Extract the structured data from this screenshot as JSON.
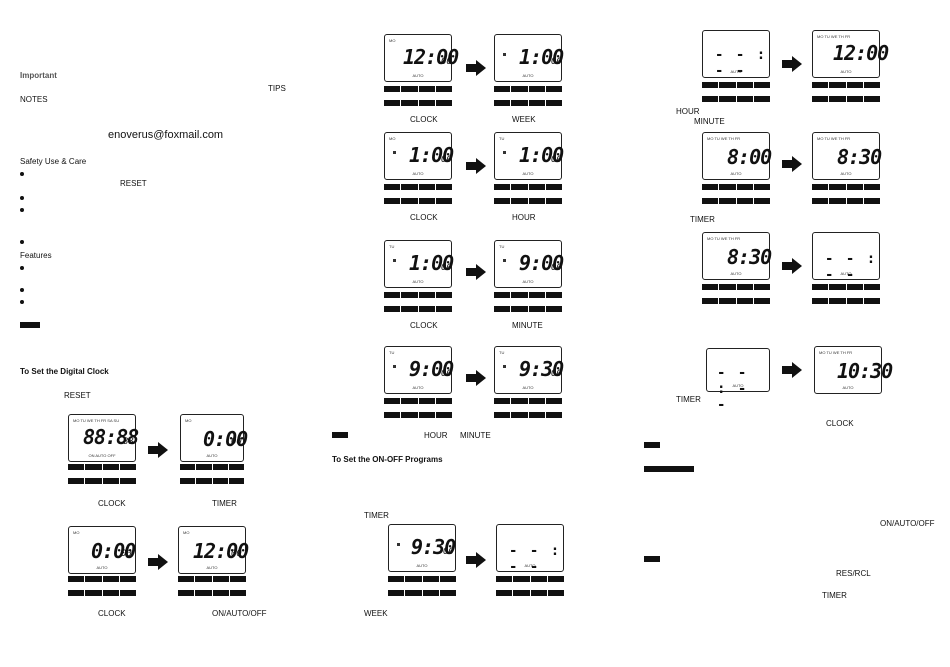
{
  "col1": {
    "important": "Important",
    "tips": "TIPS",
    "notes": "NOTES",
    "email": "enoverus@foxmail.com",
    "safety": "Safety Use & Care",
    "reset1": "RESET",
    "features": "Features",
    "set_clock_heading": "To Set the Digital Clock",
    "reset2": "RESET",
    "cap_clock1": "CLOCK",
    "cap_timer1": "TIMER",
    "cap_clock2": "CLOCK",
    "cap_onautooff1": "ON/AUTO/OFF"
  },
  "col2": {
    "cap_clock_a": "CLOCK",
    "cap_week": "WEEK",
    "cap_clock_b": "CLOCK",
    "cap_hour": "HOUR",
    "cap_clock_c": "CLOCK",
    "cap_minute": "MINUTE",
    "cap_hour2": "HOUR",
    "cap_minute2": "MINUTE",
    "onoff_heading": "To Set the ON-OFF Programs",
    "cap_timer": "TIMER",
    "cap_week2": "WEEK"
  },
  "col3": {
    "cap_hour": "HOUR",
    "cap_minute": "MINUTE",
    "cap_timer": "TIMER",
    "cap_timer2": "TIMER",
    "cap_clock": "CLOCK",
    "cap_onautooff": "ON/AUTO/OFF",
    "cap_resrcl": "RES/RCL",
    "cap_timer3": "TIMER"
  },
  "displays": {
    "d1a": {
      "time": "12:00",
      "sec": "00",
      "day": "MO",
      "mode": "AUTO"
    },
    "d1b": {
      "time": "1:00",
      "sec": "00",
      "day": "",
      "mode": "AUTO"
    },
    "d2a": {
      "time": "1:00",
      "sec": "00",
      "day": "MO",
      "mode": "AUTO"
    },
    "d2b": {
      "time": "1:00",
      "sec": "00",
      "day": "TU",
      "mode": "AUTO"
    },
    "d3a": {
      "time": "1:00",
      "sec": "00",
      "day": "TU",
      "mode": "AUTO"
    },
    "d3b": {
      "time": "9:00",
      "sec": "00",
      "day": "TU",
      "mode": "AUTO"
    },
    "d4a": {
      "time": "9:00",
      "sec": "00",
      "day": "TU",
      "mode": "AUTO"
    },
    "d4b": {
      "time": "9:30",
      "sec": "00",
      "day": "TU",
      "mode": "AUTO"
    },
    "d5a": {
      "time": "9:30",
      "sec": "00",
      "day": "",
      "mode": "AUTO"
    },
    "d5b": {
      "time": "- - : - -",
      "sec": "",
      "day": "",
      "mode": "AUTO"
    },
    "r1a": {
      "time": "- - : - -",
      "sec": "",
      "day": "",
      "mode": "AUTO"
    },
    "r1b": {
      "time": "12:00",
      "sec": "",
      "day": "MO TU WE TH FR",
      "mode": "AUTO"
    },
    "r2a": {
      "time": "8:00",
      "sec": "",
      "day": "MO TU WE TH FR",
      "mode": "AUTO"
    },
    "r2b": {
      "time": "8:30",
      "sec": "",
      "day": "MO TU WE TH FR",
      "mode": "AUTO"
    },
    "r3a": {
      "time": "8:30",
      "sec": "",
      "day": "MO TU WE TH FR",
      "mode": "AUTO"
    },
    "r3b": {
      "time": "- - : - -",
      "sec": "",
      "day": "",
      "mode": "AUTO"
    },
    "r4a": {
      "time": "- - : - -",
      "sec": "",
      "day": "",
      "mode": "AUTO"
    },
    "r4b": {
      "time": "10:30",
      "sec": "",
      "day": "MO TU WE TH FR",
      "mode": "AUTO"
    },
    "l1a": {
      "time": "88:88",
      "sec": "88",
      "day": "MO TU WE TH FR SA SU",
      "mode": "ON  AUTO  OFF"
    },
    "l1b": {
      "time": "0:00",
      "sec": "00",
      "day": "MO",
      "mode": "AUTO"
    },
    "l2a": {
      "time": "0:00",
      "sec": "00",
      "day": "MO",
      "mode": "AUTO"
    },
    "l2b": {
      "time": "12:00",
      "sec": "00",
      "day": "MO",
      "mode": "AUTO"
    }
  },
  "key_labels": [
    "CLOCK",
    "TIMER",
    "WEEK",
    "RES/RCL"
  ]
}
